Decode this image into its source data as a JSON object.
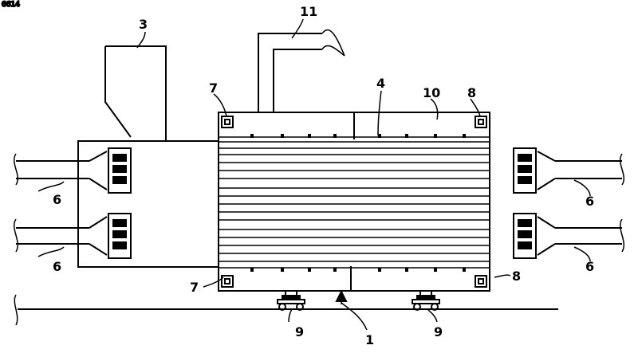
{
  "corner_id": "6614",
  "labels": {
    "l1": "1",
    "l3": "3",
    "l4": "4",
    "l6a": "6",
    "l6b": "6",
    "l6c": "6",
    "l6d": "6",
    "l7a": "7",
    "l7b": "7",
    "l8a": "8",
    "l8b": "8",
    "l9a": "9",
    "l9b": "9",
    "l10": "10",
    "l11": "11"
  }
}
